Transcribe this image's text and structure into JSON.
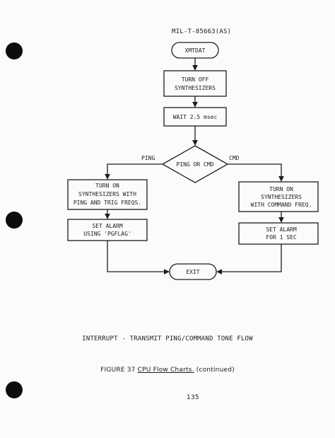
{
  "header": {
    "document_id": "MIL-T-85663(AS)"
  },
  "flowchart": {
    "start": "XMTDAT",
    "turn_off": [
      "TURN OFF",
      "SYNTHESIZERS"
    ],
    "wait": "WAIT 2.5 msec",
    "decision": "PING OR CMD",
    "branch_left_label": "PING",
    "branch_right_label": "CMD",
    "ping_on": [
      "TURN ON",
      "SYNTHESIZERS WITH",
      "PING AND TRIG FREQS."
    ],
    "ping_alarm": [
      "SET ALARM",
      "USING 'PGFLAG'"
    ],
    "cmd_on": [
      "TURN ON",
      "SYNTHESIZERS",
      "WITH COMMAND FREQ."
    ],
    "cmd_alarm": [
      "SET ALARM",
      "FOR 1 SEC"
    ],
    "end": "EXIT"
  },
  "caption": "INTERRUPT - TRANSMIT PING/COMMAND TONE FLOW",
  "figure": {
    "prefix": "FIGURE 37",
    "link": "CPU Flow Charts.",
    "suffix": "(continued)"
  },
  "page_number": "135"
}
